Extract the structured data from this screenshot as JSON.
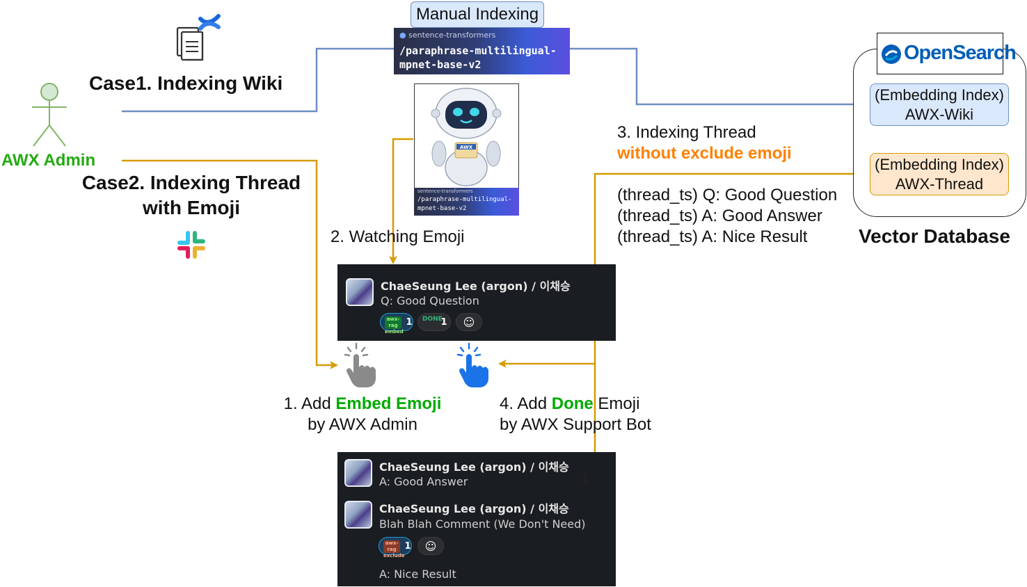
{
  "manual_indexing": {
    "title": "Manual Indexing",
    "st_label": "sentence-transformers",
    "model_line1": "/paraphrase-multilingual-",
    "model_line2": "mpnet-base-v2"
  },
  "robot": {
    "badge": "AWX",
    "st_label": "sentence-transformers",
    "model_line1": "/paraphrase-multilingual-",
    "model_line2": "mpnet-base-v2"
  },
  "admin": {
    "label": "AWX Admin"
  },
  "cases": {
    "case1": "Case1. Indexing Wiki",
    "case2_line1": "Case2. Indexing Thread",
    "case2_line2": "with Emoji"
  },
  "steps": {
    "step2": "2. Watching Emoji",
    "step3_line1": "3. Indexing Thread",
    "step3_line2": "without exclude emoji",
    "step1_prefix": "1. Add ",
    "step1_highlight": "Embed Emoji",
    "step1_line2": "by AWX Admin",
    "step4_prefix": "4. Add ",
    "step4_highlight": "Done",
    "step4_suffix": " Emoji",
    "step4_line2": "by AWX Support Bot"
  },
  "thread_lines": [
    "(thread_ts) Q: Good Question",
    "(thread_ts) A: Good Answer",
    "(thread_ts) A: Nice Result"
  ],
  "vector_db": {
    "brand": "OpenSearch",
    "caption": "Vector Database",
    "wiki_index_line1": "(Embedding Index)",
    "wiki_index_line2": "AWX-Wiki",
    "thread_index_line1": "(Embedding Index)",
    "thread_index_line2": "AWX-Thread"
  },
  "slack_top": {
    "name": "ChaeSeung Lee (argon) / 이채승",
    "message": "Q: Good Question",
    "reactions": [
      {
        "emoji": "awx-rag embed",
        "count": "1"
      },
      {
        "emoji": "DONE",
        "count": "1"
      }
    ]
  },
  "slack_bottom": {
    "msg1_name": "ChaeSeung Lee (argon) / 이채승",
    "msg1_text": "A: Good Answer",
    "msg2_name": "ChaeSeung Lee (argon) / 이채승",
    "msg2_text": "Blah Blah Comment (We Don't Need)",
    "reactions": [
      {
        "emoji": "awx-rag exclude",
        "count": "1"
      }
    ],
    "msg3_text": "A: Nice Result"
  },
  "colors": {
    "blue_line": "#6c8ebf",
    "orange_line": "#d79b00",
    "admin_green": "#82b366",
    "highlight_green": "#22aa11",
    "highlight_orange": "#ff8000",
    "hand_blue": "#1a73e8",
    "hand_gray": "#8a8a8a"
  },
  "icons": [
    "confluence-icon",
    "slack-icon",
    "actor-icon",
    "robot-icon",
    "hand-pointer-icon",
    "add-reaction-icon",
    "opensearch-logo-icon"
  ]
}
